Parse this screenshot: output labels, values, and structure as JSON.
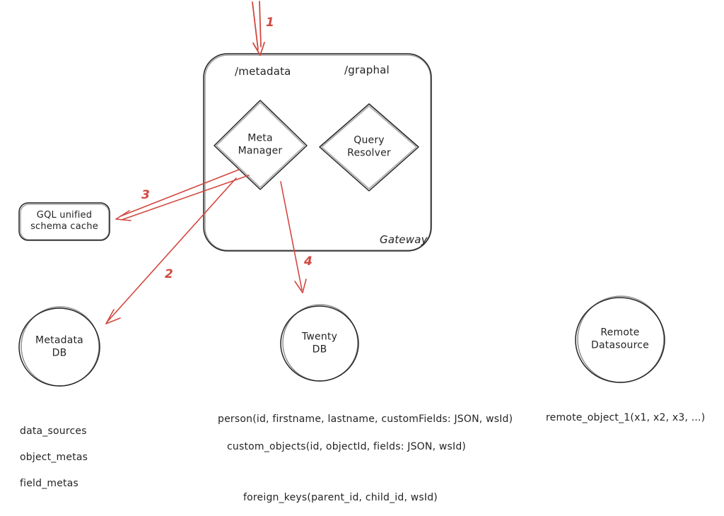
{
  "colors": {
    "ink": "#242424",
    "accent": "#d2483e",
    "background": "#ffffff"
  },
  "gateway": {
    "label": "Gateway",
    "endpoint_metadata": "/metadata",
    "endpoint_graphql": "/graphal",
    "meta_manager": "Meta\nManager",
    "query_resolver": "Query\nResolver"
  },
  "cache": {
    "label": "GQL unified\nschema cache"
  },
  "nodes": {
    "metadata_db": "Metadata\nDB",
    "twenty_db": "Twenty\nDB",
    "remote_datasource": "Remote\nDatasource"
  },
  "arrow_labels": {
    "step1": "1",
    "step2": "2",
    "step3": "3",
    "step4": "4"
  },
  "schemas": {
    "metadata_db_tables": [
      "data_sources",
      "object_metas",
      "field_metas"
    ],
    "twenty_db_tables": [
      "person(id, firstname, lastname, customFields: JSON, wsId)",
      "custom_objects(id, objectId, fields: JSON, wsId)",
      "foreign_keys(parent_id, child_id, wsId)"
    ],
    "remote_tables": [
      "remote_object_1(x1, x2, x3, ...)"
    ]
  }
}
